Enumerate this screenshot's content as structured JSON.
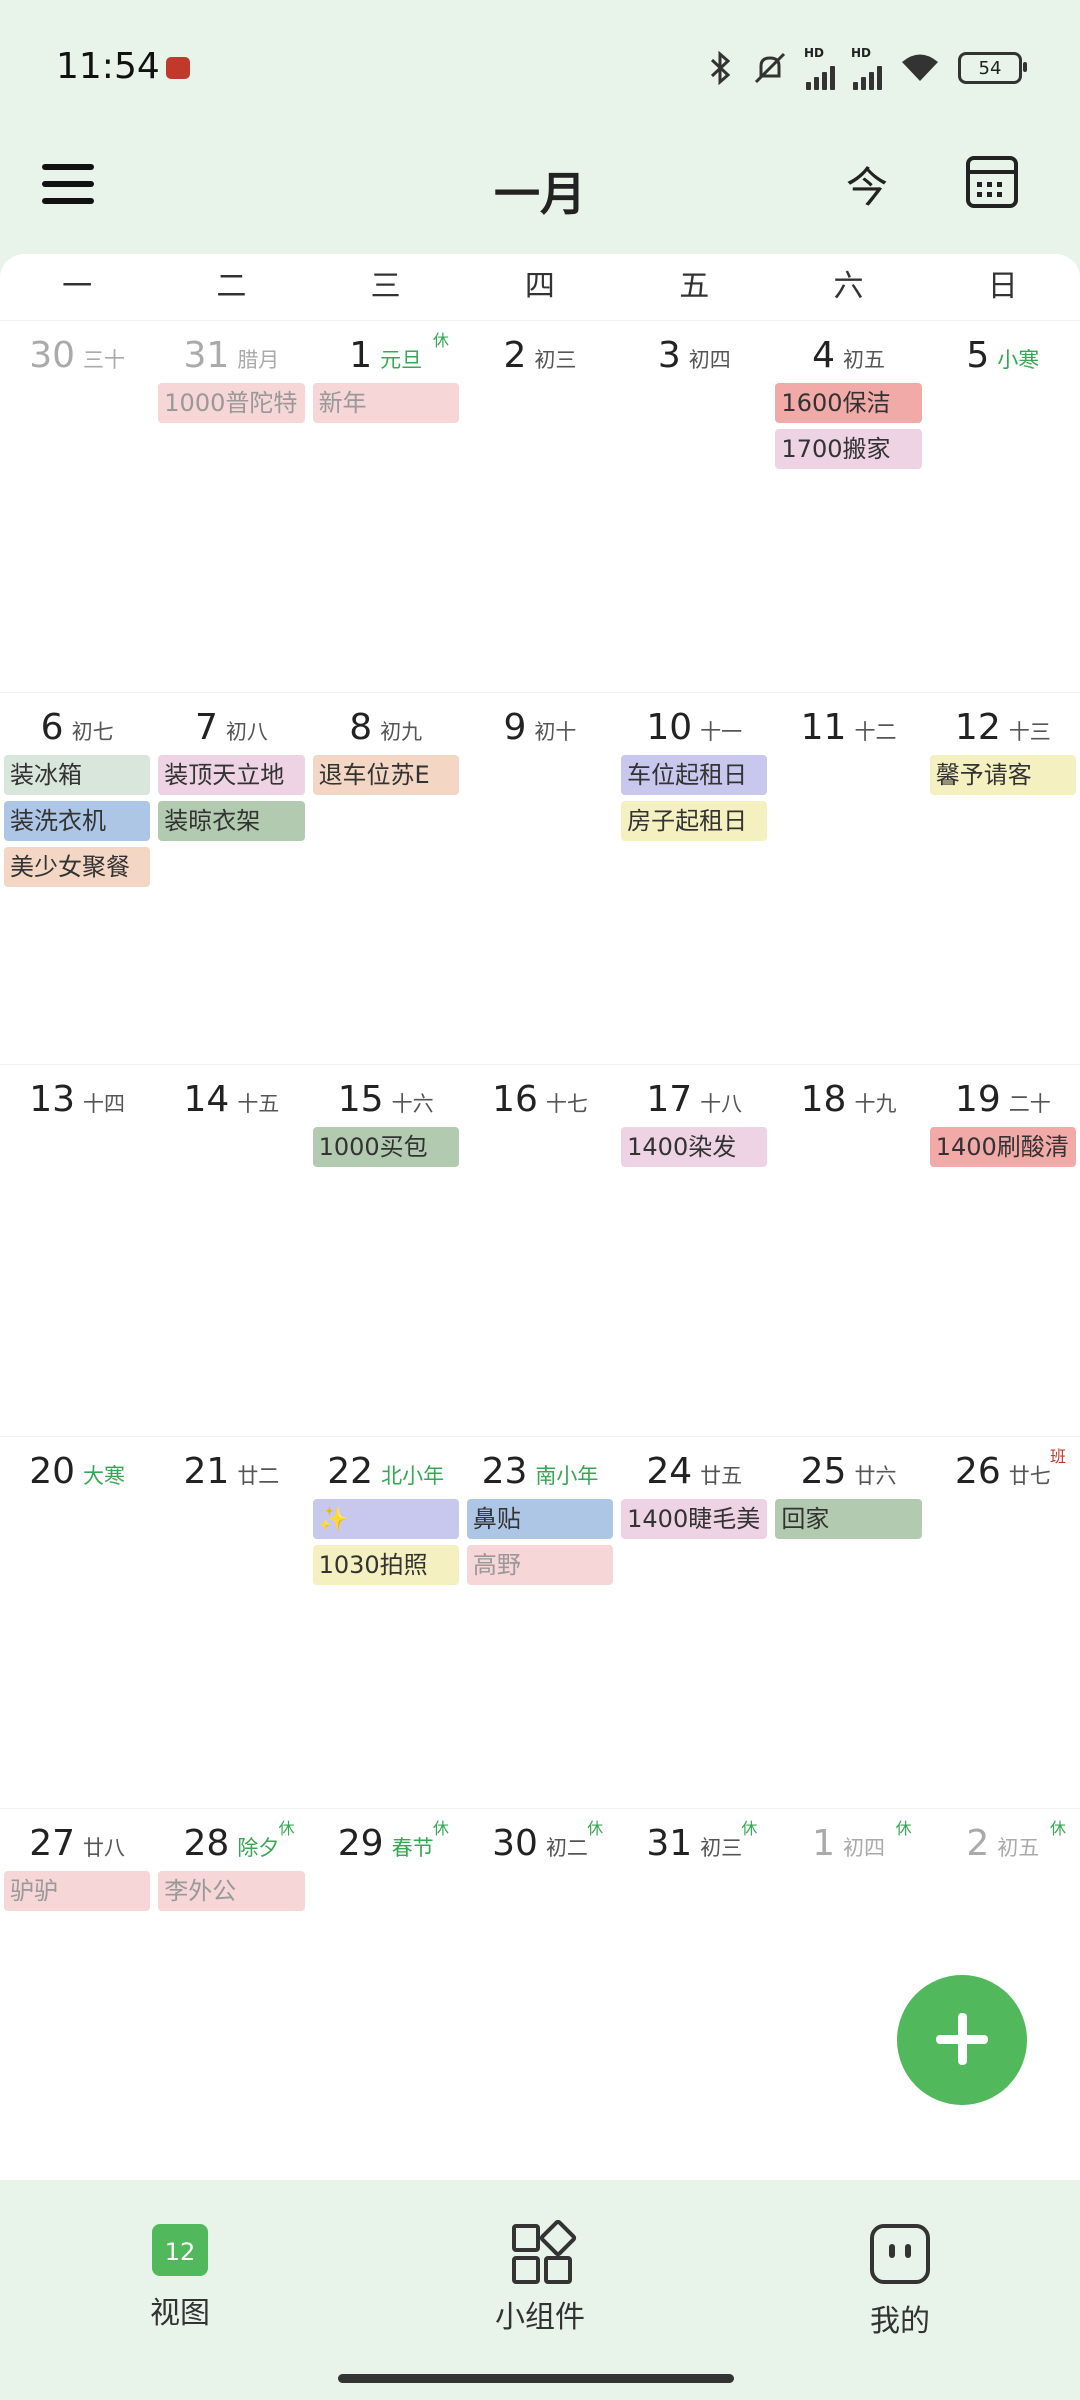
{
  "status": {
    "time": "11:54",
    "battery": "54",
    "hd1": "HD",
    "hd2": "HD"
  },
  "header": {
    "title": "一月",
    "today_label": "今"
  },
  "weekdays": [
    "一",
    "二",
    "三",
    "四",
    "五",
    "六",
    "日"
  ],
  "weeks": [
    [
      {
        "num": "30",
        "lunar": "三十",
        "other": true,
        "events": []
      },
      {
        "num": "31",
        "lunar": "腊月",
        "other": true,
        "events": [
          {
            "text": "1000普陀特",
            "color": "#f6d6d6",
            "fade": true
          }
        ]
      },
      {
        "num": "1",
        "lunar": "元旦",
        "green": true,
        "badge": "休",
        "events": [
          {
            "text": "新年",
            "color": "#f6d6d6",
            "fade": true
          }
        ]
      },
      {
        "num": "2",
        "lunar": "初三",
        "events": []
      },
      {
        "num": "3",
        "lunar": "初四",
        "events": []
      },
      {
        "num": "4",
        "lunar": "初五",
        "events": [
          {
            "text": "1600保洁",
            "color": "#f2aaa8"
          },
          {
            "text": "1700搬家",
            "color": "#eed3e4"
          }
        ]
      },
      {
        "num": "5",
        "lunar": "小寒",
        "green": true,
        "events": []
      }
    ],
    [
      {
        "num": "6",
        "lunar": "初七",
        "events": [
          {
            "text": "装冰箱",
            "color": "#d9e6dc"
          },
          {
            "text": "装洗衣机",
            "color": "#aec6e6"
          },
          {
            "text": "美少女聚餐",
            "color": "#f3d6c4"
          }
        ]
      },
      {
        "num": "7",
        "lunar": "初八",
        "events": [
          {
            "text": "装顶天立地",
            "color": "#eed3e4"
          },
          {
            "text": "装晾衣架",
            "color": "#b2cbb0"
          }
        ]
      },
      {
        "num": "8",
        "lunar": "初九",
        "events": [
          {
            "text": "退车位苏E",
            "color": "#f3d6c4"
          }
        ]
      },
      {
        "num": "9",
        "lunar": "初十",
        "events": []
      },
      {
        "num": "10",
        "lunar": "十一",
        "events": [
          {
            "text": "车位起租日",
            "color": "#c8c8ef"
          },
          {
            "text": "房子起租日",
            "color": "#f4f0c0"
          }
        ]
      },
      {
        "num": "11",
        "lunar": "十二",
        "events": []
      },
      {
        "num": "12",
        "lunar": "十三",
        "events": [
          {
            "text": "馨予请客",
            "color": "#f4f0c0"
          }
        ]
      }
    ],
    [
      {
        "num": "13",
        "lunar": "十四",
        "events": []
      },
      {
        "num": "14",
        "lunar": "十五",
        "events": []
      },
      {
        "num": "15",
        "lunar": "十六",
        "events": [
          {
            "text": "1000买包",
            "color": "#b2cbb0"
          }
        ]
      },
      {
        "num": "16",
        "lunar": "十七",
        "events": []
      },
      {
        "num": "17",
        "lunar": "十八",
        "events": [
          {
            "text": "1400染发",
            "color": "#eed3e4"
          }
        ]
      },
      {
        "num": "18",
        "lunar": "十九",
        "events": []
      },
      {
        "num": "19",
        "lunar": "二十",
        "events": [
          {
            "text": "1400刷酸清",
            "color": "#f2aaa8"
          }
        ]
      }
    ],
    [
      {
        "num": "20",
        "lunar": "大寒",
        "green": true,
        "events": []
      },
      {
        "num": "21",
        "lunar": "廿二",
        "events": []
      },
      {
        "num": "22",
        "lunar": "北小年",
        "green": true,
        "events": [
          {
            "text": "✨",
            "color": "#c8c8ef"
          },
          {
            "text": "1030拍照",
            "color": "#f4f0c0"
          }
        ]
      },
      {
        "num": "23",
        "lunar": "南小年",
        "green": true,
        "events": [
          {
            "text": "鼻贴",
            "color": "#aec6e6"
          },
          {
            "text": "高野",
            "color": "#f6d6d6",
            "fade": true
          }
        ]
      },
      {
        "num": "24",
        "lunar": "廿五",
        "events": [
          {
            "text": "1400睫毛美",
            "color": "#eed3e4"
          }
        ]
      },
      {
        "num": "25",
        "lunar": "廿六",
        "events": [
          {
            "text": "回家",
            "color": "#b2cbb0"
          }
        ]
      },
      {
        "num": "26",
        "lunar": "廿七",
        "badge": "班",
        "badge_red": true,
        "events": []
      }
    ],
    [
      {
        "num": "27",
        "lunar": "廿八",
        "events": [
          {
            "text": "驴驴",
            "color": "#f6d6d6",
            "fade": true
          }
        ]
      },
      {
        "num": "28",
        "lunar": "除夕",
        "green": true,
        "badge": "休",
        "events": [
          {
            "text": "李外公",
            "color": "#f6d6d6",
            "fade": true
          }
        ]
      },
      {
        "num": "29",
        "lunar": "春节",
        "green": true,
        "badge": "休",
        "events": []
      },
      {
        "num": "30",
        "lunar": "初二",
        "badge": "休",
        "events": []
      },
      {
        "num": "31",
        "lunar": "初三",
        "badge": "休",
        "events": []
      },
      {
        "num": "1",
        "lunar": "初四",
        "other": true,
        "badge": "休",
        "events": []
      },
      {
        "num": "2",
        "lunar": "初五",
        "other": true,
        "badge": "休",
        "events": []
      }
    ]
  ],
  "nav": {
    "view_label": "视图",
    "view_badge": "12",
    "widgets_label": "小组件",
    "me_label": "我的"
  }
}
